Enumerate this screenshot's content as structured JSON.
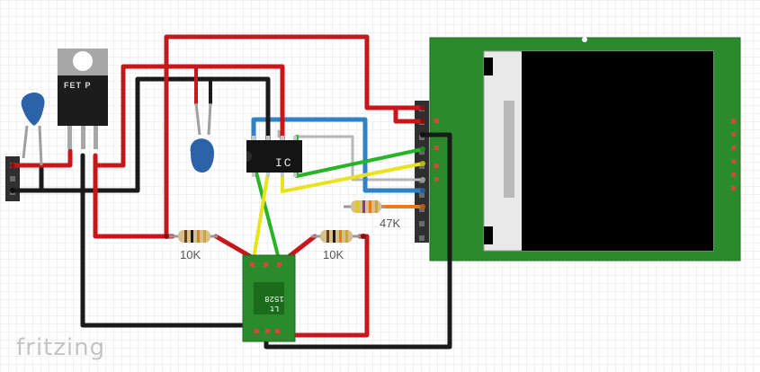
{
  "labels": {
    "ic": "IC",
    "fet": "FET P",
    "regulator": "Lt 1528",
    "resistor_left": "10K",
    "resistor_right": "10K",
    "resistor_display": "47K"
  },
  "logo": "fritzing",
  "colors": {
    "wire_red": "#c8171c",
    "wire_black": "#1a1a1a",
    "wire_blue": "#2f82c6",
    "wire_green": "#27b427",
    "wire_yellow": "#e9e31d",
    "wire_grey": "#b7b7b7",
    "wire_orange": "#e57a1e",
    "pcb_green": "#2a8a2c",
    "capacitor_blue": "#2c63a8",
    "chip_black": "#141414",
    "screen_black": "#000000"
  }
}
